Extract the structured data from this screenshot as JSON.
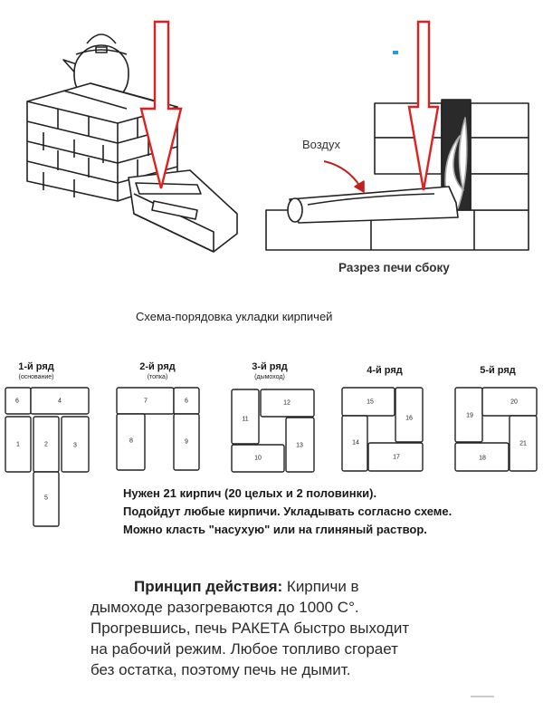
{
  "top": {
    "air_label": "Воздух",
    "section_caption": "Разрез печи сбоку"
  },
  "scheme_title": "Схема-порядовка укладки кирпичей",
  "rows": [
    {
      "label": "1-й ряд",
      "sublabel": "(основание)",
      "bricks": [
        "6",
        "4",
        "1",
        "2",
        "3",
        "5"
      ]
    },
    {
      "label": "2-й ряд",
      "sublabel": "(топка)",
      "bricks": [
        "7",
        "6",
        "8",
        "9"
      ]
    },
    {
      "label": "3-й ряд",
      "sublabel": "(дымоход)",
      "bricks": [
        "11",
        "12",
        "13",
        "10"
      ]
    },
    {
      "label": "4-й ряд",
      "sublabel": "",
      "bricks": [
        "15",
        "16",
        "14",
        "17"
      ]
    },
    {
      "label": "5-й ряд",
      "sublabel": "",
      "bricks": [
        "19",
        "20",
        "21",
        "18"
      ]
    }
  ],
  "notes": [
    "Нужен 21 кирпич (20 целых и 2 половинки).",
    "Подойдут любые кирпичи.  Укладывать согласно схеме.",
    "Можно класть \"насухую\" или на глиняный раствор."
  ],
  "principle": {
    "heading": "Принцип действия:",
    "line1": " Кирпичи в",
    "line2": "дымоходе разогреваются до 1000 С°.",
    "line3": "Прогревшись, печь РАКЕТА быстро выходит",
    "line4": "на рабочий режим. Любое топливо сгорает",
    "line5": "без остатка, поэтому печь не дымит."
  },
  "colors": {
    "arrow": "#e02020",
    "line": "#222222",
    "flame_dark": "#2a2a2a"
  }
}
